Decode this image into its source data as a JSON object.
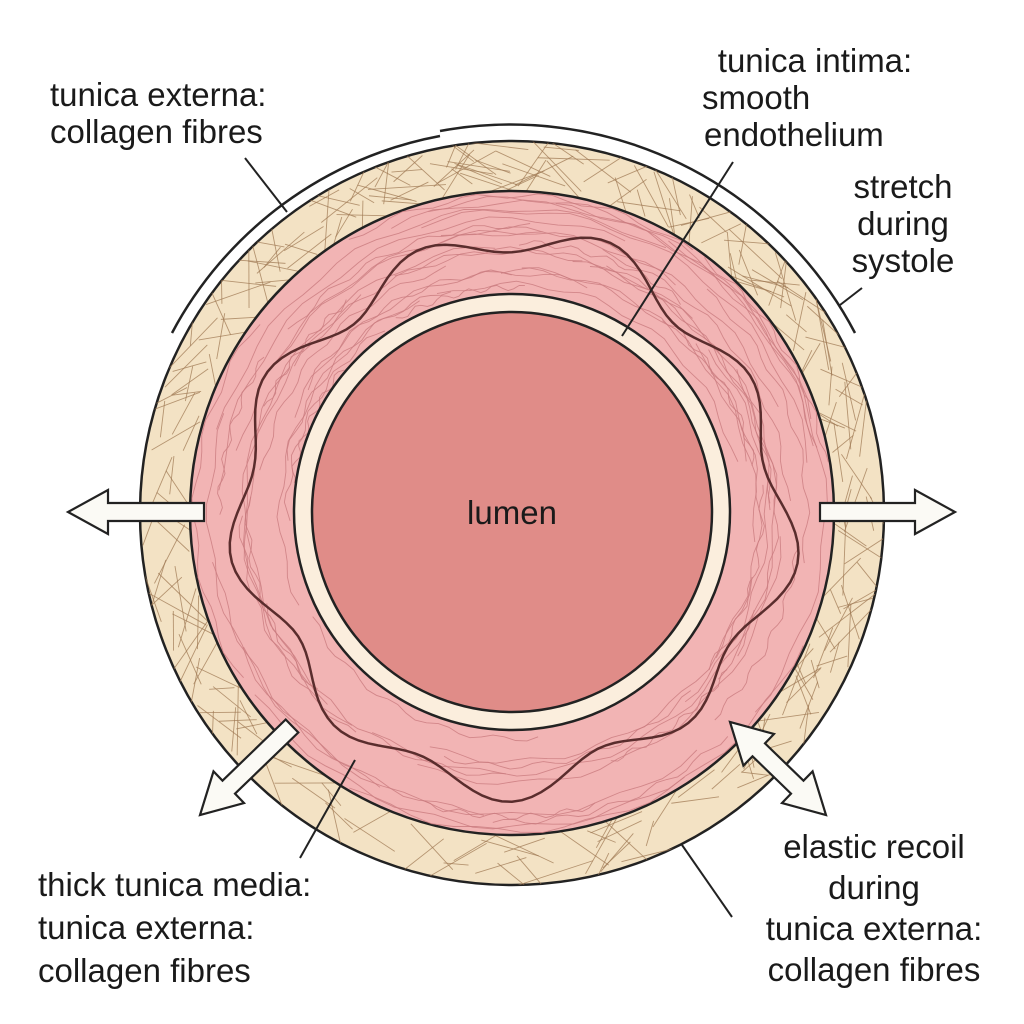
{
  "colors": {
    "externa": "#f3e2c4",
    "media": "#f2b4b4",
    "intima": "#fbeedd",
    "lumen": "#e08c88",
    "outline": "#222222",
    "elastic_fibre": "#5a2d2d",
    "arrow_fill": "#fbfaf5"
  },
  "labels": {
    "top_left": [
      "tunica externa:",
      "collagen fibres"
    ],
    "top_right": [
      "tunica intima:",
      "smooth",
      "endothelium"
    ],
    "right_upper": [
      "stretch",
      "during",
      "systole"
    ],
    "center": "lumen",
    "bottom_left": [
      "thick tunica media:",
      "tunica externa:",
      "collagen fibres"
    ],
    "bottom_right": [
      "elastic recoil",
      "during",
      "tunica externa:",
      "collagen fibres"
    ]
  }
}
